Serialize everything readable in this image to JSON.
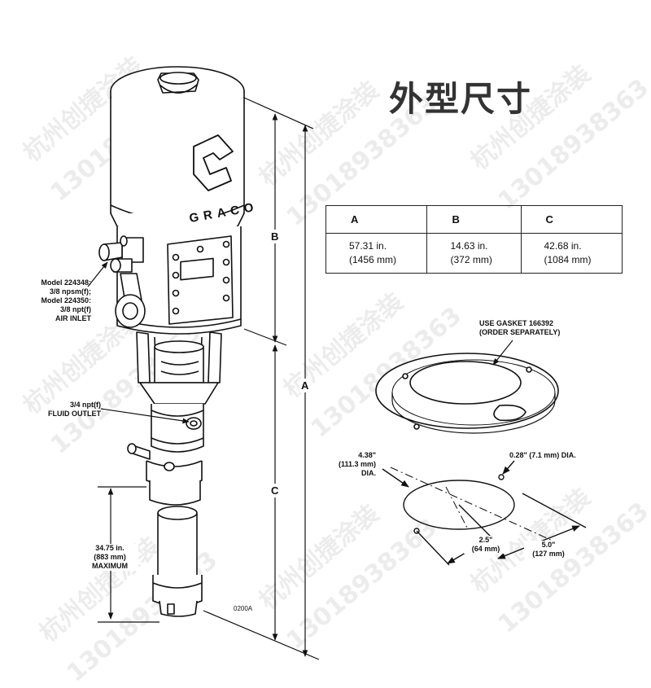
{
  "title": "外型尺寸",
  "table": {
    "headers": [
      "A",
      "B",
      "C"
    ],
    "values": [
      [
        "57.31 in.",
        "(1456 mm)"
      ],
      [
        "14.63 in.",
        "(372 mm)"
      ],
      [
        "42.68 in.",
        "(1084 mm)"
      ]
    ]
  },
  "pump": {
    "brand": "GRACO",
    "air_inlet_label": [
      "Model 224348:",
      "3/8 npsm(f);",
      "Model 224350:",
      "3/8 npt(f)",
      "AIR INLET"
    ],
    "fluid_outlet_label": [
      "3/4 npt(f)",
      "FLUID OUTLET"
    ],
    "max_length_label": [
      "34.75 in.",
      "(883 mm)",
      "MAXIMUM"
    ],
    "figure_code": "0200A",
    "dim_letters": {
      "a": "A",
      "b": "B",
      "c": "C"
    }
  },
  "gasket": {
    "note": [
      "USE GASKET 166392",
      "(ORDER SEPARATELY)"
    ],
    "hole_dia": "0.28\" (7.1 mm) DIA.",
    "bore_dia": [
      "4.38\"",
      "(111.3 mm)",
      "DIA."
    ],
    "half_spacing": [
      "2.5\"",
      "(64 mm)"
    ],
    "full_spacing": [
      "5.0\"",
      "(127 mm)"
    ]
  },
  "watermark": {
    "line1": "杭州创捷涂装",
    "line2": "13018938363"
  }
}
